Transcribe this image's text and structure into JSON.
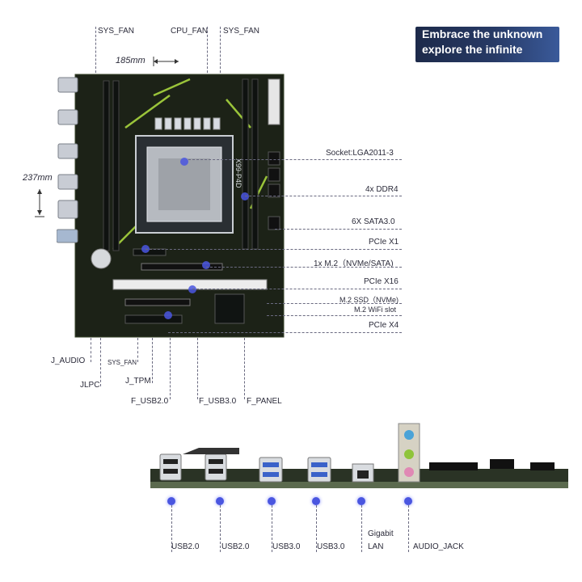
{
  "banner": {
    "line1": "Embrace the unknown",
    "line2": "explore the infinite"
  },
  "dimensions": {
    "width": "185mm",
    "height": "237mm"
  },
  "top_labels": {
    "sys_fan_left": "SYS_FAN",
    "cpu_fan": "CPU_FAN",
    "sys_fan_right": "SYS_FAN"
  },
  "right_labels": [
    "Socket:LGA2011-3",
    "4x DDR4",
    "6X  SATA3.0",
    "PCIe X1",
    "1x M.2（NVMe/SATA)",
    "PCIe X16",
    "M.2 SSD（NVMe)",
    "M.2 WiFi slot",
    "PCIe X4"
  ],
  "bottom_labels": {
    "j_audio": "J_AUDIO",
    "jlpc": "JLPC",
    "sys_fan": "SYS_FAN",
    "j_tpm": "J_TPM",
    "f_usb2": "F_USB2.0",
    "f_usb3": "F_USB3.0",
    "f_panel": "F_PANEL"
  },
  "board_marking": "X99-P4D",
  "io_labels": {
    "usb2_a": "USB2.0",
    "usb2_b": "USB2.0",
    "usb3_a": "USB3.0",
    "usb3_b": "USB3.0",
    "lan_1": "Gigabit",
    "lan_2": "LAN",
    "audio": "AUDIO_JACK"
  },
  "colors": {
    "accent_dot": "#4a56e0",
    "pcb": "#1d2418",
    "trace_green": "#9ac43a",
    "banner_bg": "#1d2a4a"
  }
}
